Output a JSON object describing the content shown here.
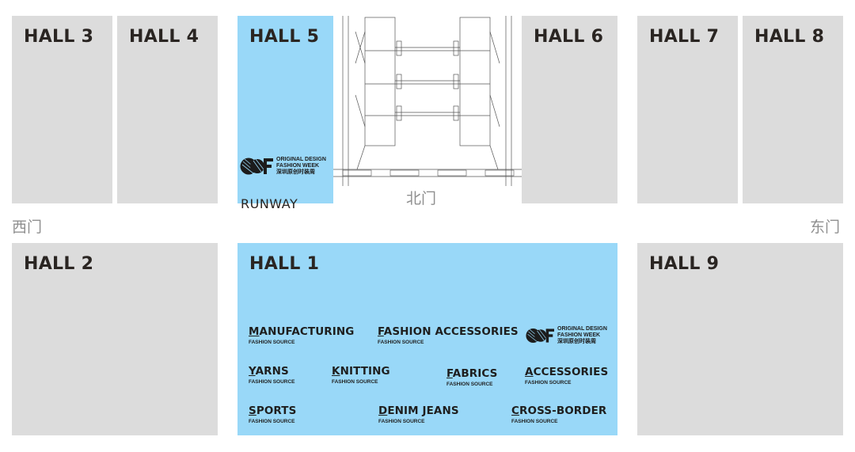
{
  "halls": {
    "hall3": "HALL 3",
    "hall4": "HALL 4",
    "hall5": "HALL 5",
    "hall6": "HALL 6",
    "hall7": "HALL 7",
    "hall8": "HALL 8",
    "hall2": "HALL 2",
    "hall1": "HALL 1",
    "hall9": "HALL 9"
  },
  "gates": {
    "west": "西门",
    "north": "北门",
    "east": "东门"
  },
  "runway": {
    "label": "RUNWAY",
    "logo_lines": [
      "ORIGINAL DESIGN",
      "FASHION WEEK",
      "深圳原创时装周"
    ]
  },
  "hall1_logo_lines": [
    "ORIGINAL DESIGN",
    "FASHION WEEK",
    "深圳原创时装周"
  ],
  "categories": [
    {
      "name": "MANUFACTURING",
      "sub": "FASHION SOURCE"
    },
    {
      "name": "FASHION ACCESSORIES",
      "sub": "FASHION SOURCE"
    },
    {
      "name": "YARNS",
      "sub": "FASHION SOURCE"
    },
    {
      "name": "KNITTING",
      "sub": "FASHION SOURCE"
    },
    {
      "name": "FABRICS",
      "sub": "FASHION SOURCE"
    },
    {
      "name": "ACCESSORIES",
      "sub": "FASHION SOURCE"
    },
    {
      "name": "SPORTS",
      "sub": "FASHION SOURCE"
    },
    {
      "name": "DENIM JEANS",
      "sub": "FASHION SOURCE"
    },
    {
      "name": "CROSS-BORDER",
      "sub": "FASHION SOURCE"
    }
  ],
  "colors": {
    "hall": "#dcdcdc",
    "highlight": "#99d8f8",
    "gate_text": "#8f8f8f"
  }
}
